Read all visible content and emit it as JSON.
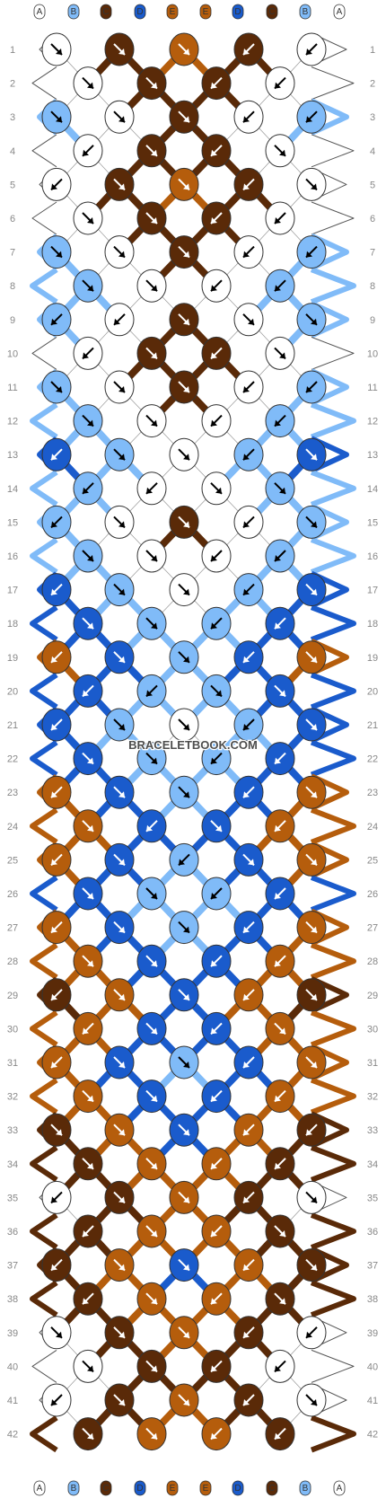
{
  "watermark": "BRACELETBOOK.COM",
  "colors": {
    "A": "#ffffff",
    "B": "#80bbf8",
    "C": "#5a2a08",
    "D": "#1a5bcc",
    "E": "#b55d0c"
  },
  "thread_order": [
    "A",
    "B",
    "C",
    "D",
    "E",
    "E",
    "D",
    "C",
    "B",
    "A"
  ],
  "row_count": 42,
  "row_labels": [
    "1",
    "2",
    "3",
    "4",
    "5",
    "6",
    "7",
    "8",
    "9",
    "10",
    "11",
    "12",
    "13",
    "14",
    "15",
    "16",
    "17",
    "18",
    "19",
    "20",
    "21",
    "22",
    "23",
    "24",
    "25",
    "26",
    "27",
    "28",
    "29",
    "30",
    "31",
    "32",
    "33",
    "34",
    "35",
    "36",
    "37",
    "38",
    "39",
    "40",
    "41",
    "42"
  ],
  "rows": [
    [
      "A",
      "C",
      "E",
      "C",
      "A"
    ],
    [
      "A",
      "C",
      "C",
      "A"
    ],
    [
      "B",
      "A",
      "C",
      "A",
      "B"
    ],
    [
      "A",
      "C",
      "C",
      "A"
    ],
    [
      "A",
      "C",
      "E",
      "C",
      "A"
    ],
    [
      "A",
      "C",
      "C",
      "A"
    ],
    [
      "B",
      "A",
      "C",
      "A",
      "B"
    ],
    [
      "B",
      "A",
      "A",
      "B"
    ],
    [
      "B",
      "A",
      "C",
      "A",
      "B"
    ],
    [
      "A",
      "C",
      "C",
      "A"
    ],
    [
      "B",
      "A",
      "C",
      "A",
      "B"
    ],
    [
      "B",
      "A",
      "A",
      "B"
    ],
    [
      "D",
      "B",
      "A",
      "B",
      "D"
    ],
    [
      "B",
      "A",
      "A",
      "B"
    ],
    [
      "B",
      "A",
      "C",
      "A",
      "B"
    ],
    [
      "B",
      "A",
      "A",
      "B"
    ],
    [
      "D",
      "B",
      "A",
      "B",
      "D"
    ],
    [
      "D",
      "B",
      "B",
      "D"
    ],
    [
      "E",
      "D",
      "B",
      "D",
      "E"
    ],
    [
      "D",
      "B",
      "B",
      "D"
    ],
    [
      "D",
      "B",
      "A",
      "B",
      "D"
    ],
    [
      "D",
      "B",
      "B",
      "D"
    ],
    [
      "E",
      "D",
      "B",
      "D",
      "E"
    ],
    [
      "E",
      "D",
      "D",
      "E"
    ],
    [
      "E",
      "D",
      "B",
      "D",
      "E"
    ],
    [
      "D",
      "B",
      "B",
      "D"
    ],
    [
      "E",
      "D",
      "B",
      "D",
      "E"
    ],
    [
      "E",
      "D",
      "D",
      "E"
    ],
    [
      "C",
      "E",
      "D",
      "E",
      "C"
    ],
    [
      "E",
      "D",
      "D",
      "E"
    ],
    [
      "E",
      "D",
      "B",
      "D",
      "E"
    ],
    [
      "E",
      "D",
      "D",
      "E"
    ],
    [
      "C",
      "E",
      "D",
      "E",
      "C"
    ],
    [
      "C",
      "E",
      "E",
      "C"
    ],
    [
      "A",
      "C",
      "E",
      "C",
      "A"
    ],
    [
      "C",
      "E",
      "E",
      "C"
    ],
    [
      "C",
      "E",
      "D",
      "E",
      "C"
    ],
    [
      "C",
      "E",
      "E",
      "C"
    ],
    [
      "A",
      "C",
      "E",
      "C",
      "A"
    ],
    [
      "A",
      "C",
      "C",
      "A"
    ],
    [
      "A",
      "C",
      "E",
      "C",
      "A"
    ],
    [
      "C",
      "E",
      "E",
      "C"
    ]
  ],
  "arrows": [
    [
      "se",
      "se",
      "se",
      "sw",
      "sw"
    ],
    [
      "se",
      "se",
      "sw",
      "sw"
    ],
    [
      "se-b",
      "se",
      "se",
      "sw",
      "sw-b"
    ],
    [
      "sw",
      "se",
      "sw",
      "se"
    ],
    [
      "sw-b",
      "se",
      "se",
      "sw",
      "se-b"
    ],
    [
      "se",
      "se",
      "sw",
      "sw"
    ],
    [
      "se",
      "se",
      "se",
      "sw",
      "sw"
    ],
    [
      "se-b",
      "se-b",
      "sw-b",
      "sw-b"
    ],
    [
      "sw",
      "sw",
      "se",
      "se",
      "se"
    ],
    [
      "sw-b",
      "se",
      "sw",
      "se-b"
    ],
    [
      "se",
      "se",
      "se",
      "sw",
      "sw"
    ],
    [
      "se",
      "se",
      "sw",
      "sw"
    ],
    [
      "sw-b",
      "se",
      "se",
      "sw",
      "se-b"
    ],
    [
      "sw",
      "sw",
      "se",
      "se"
    ],
    [
      "sw-b",
      "se-b",
      "se",
      "sw-b",
      "se-b"
    ],
    [
      "se",
      "se",
      "sw",
      "sw"
    ],
    [
      "sw",
      "se",
      "se",
      "sw",
      "se"
    ],
    [
      "se",
      "se",
      "sw",
      "sw"
    ],
    [
      "sw-b",
      "se-b",
      "se",
      "sw-b",
      "se-b"
    ],
    [
      "sw",
      "sw",
      "se",
      "se"
    ],
    [
      "sw-b",
      "se",
      "se",
      "sw",
      "se-b"
    ],
    [
      "se",
      "se",
      "sw",
      "sw"
    ],
    [
      "sw-b",
      "se-b",
      "se",
      "sw-b",
      "se-b"
    ],
    [
      "se",
      "sw",
      "se",
      "sw"
    ],
    [
      "sw",
      "se",
      "sw",
      "se",
      "se"
    ],
    [
      "se",
      "se",
      "sw",
      "sw"
    ],
    [
      "sw-b",
      "se-b",
      "se",
      "sw-b",
      "se-b"
    ],
    [
      "se",
      "se",
      "sw",
      "sw"
    ],
    [
      "sw",
      "se",
      "se",
      "sw",
      "se"
    ],
    [
      "sw",
      "se",
      "sw",
      "se"
    ],
    [
      "sw-b",
      "se",
      "se",
      "sw",
      "se-b"
    ],
    [
      "se",
      "se",
      "sw",
      "sw"
    ],
    [
      "se",
      "se",
      "se",
      "sw",
      "sw"
    ],
    [
      "se",
      "se",
      "sw",
      "sw"
    ],
    [
      "sw-b",
      "se",
      "se",
      "sw",
      "se-b"
    ],
    [
      "sw",
      "se",
      "sw",
      "se"
    ],
    [
      "sw-b",
      "se",
      "se",
      "sw",
      "se-b"
    ],
    [
      "sw",
      "se",
      "sw",
      "se"
    ],
    [
      "se",
      "se",
      "se",
      "sw",
      "sw"
    ],
    [
      "se-b",
      "se",
      "sw",
      "sw-b"
    ],
    [
      "sw",
      "se",
      "se",
      "sw",
      "se"
    ],
    [
      "se",
      "se",
      "sw",
      "sw"
    ]
  ]
}
